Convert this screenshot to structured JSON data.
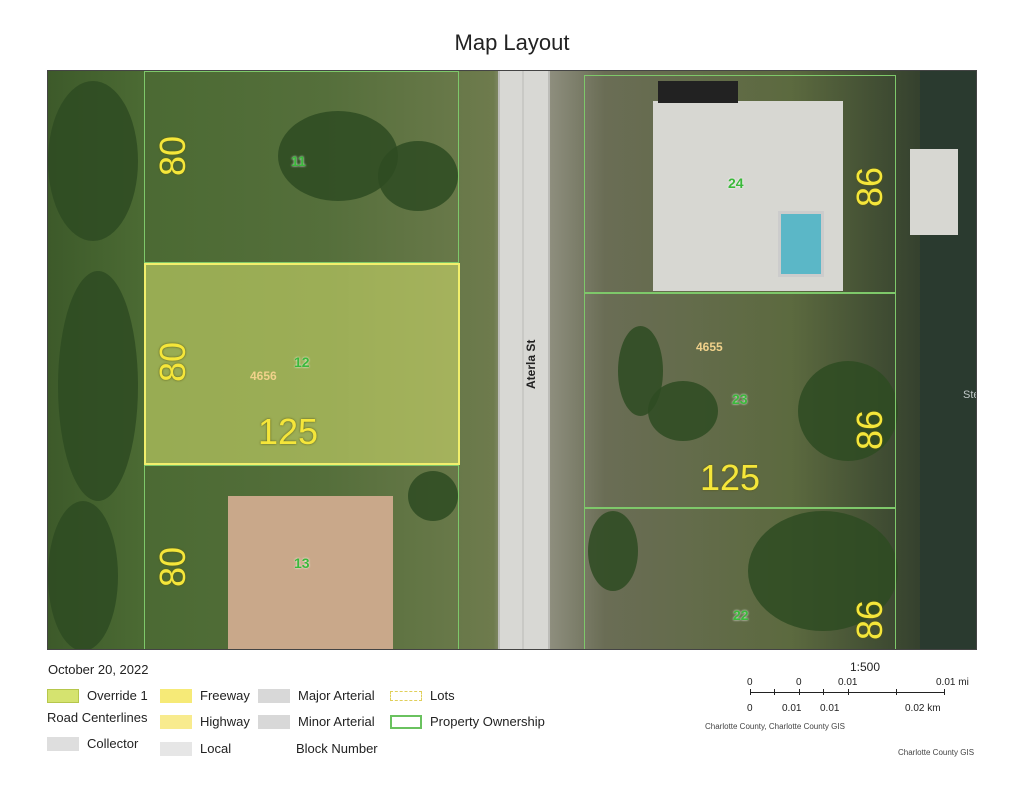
{
  "title": "Map Layout",
  "map": {
    "road_name": "Aterla St",
    "watermark": "StellarMLS",
    "lots": [
      {
        "number": "11"
      },
      {
        "number": "12"
      },
      {
        "number": "13"
      },
      {
        "number": "24"
      },
      {
        "number": "23"
      },
      {
        "number": "22"
      }
    ],
    "addresses": [
      "4656",
      "4655"
    ],
    "dimensions": [
      "80",
      "80",
      "80",
      "125",
      "86",
      "86",
      "86",
      "125"
    ]
  },
  "footer": {
    "date": "October 20, 2022",
    "legend": {
      "override": "Override 1",
      "road_centerlines": "Road Centerlines",
      "collector": "Collector",
      "freeway": "Freeway",
      "highway": "Highway",
      "local": "Local",
      "major_arterial": "Major Arterial",
      "minor_arterial": "Minor Arterial",
      "block_number": "Block Number",
      "lots": "Lots",
      "property_ownership": "Property Ownership"
    },
    "scale": {
      "ratio": "1:500",
      "mi_ticks": [
        "0",
        "0",
        "0.01",
        "0.01 mi"
      ],
      "km_ticks": [
        "0",
        "0.01",
        "0.01",
        "0.02 km"
      ],
      "credit_left": "Charlotte County, Charlotte County GIS",
      "credit_right": "Charlotte County GIS"
    }
  },
  "colors": {
    "lot_outline": "#7ec86a",
    "highlight": "#d7e26e",
    "dimension_text": "#f5e63a"
  }
}
